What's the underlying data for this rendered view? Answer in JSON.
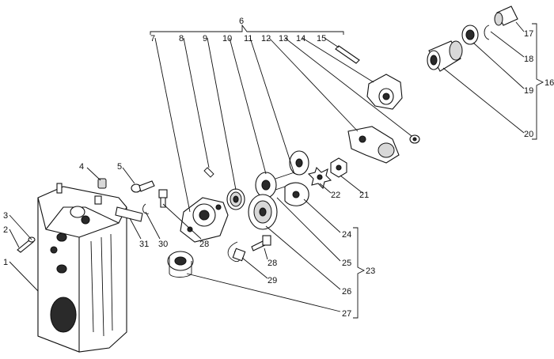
{
  "callouts": [
    {
      "id": "c1",
      "text": "1"
    },
    {
      "id": "c2",
      "text": "2"
    },
    {
      "id": "c3",
      "text": "3"
    },
    {
      "id": "c4",
      "text": "4"
    },
    {
      "id": "c5",
      "text": "5"
    },
    {
      "id": "c6",
      "text": "6"
    },
    {
      "id": "c7",
      "text": "7"
    },
    {
      "id": "c8",
      "text": "8"
    },
    {
      "id": "c9",
      "text": "9"
    },
    {
      "id": "c10",
      "text": "10"
    },
    {
      "id": "c11",
      "text": "11"
    },
    {
      "id": "c12",
      "text": "12"
    },
    {
      "id": "c13",
      "text": "13"
    },
    {
      "id": "c14",
      "text": "14"
    },
    {
      "id": "c15",
      "text": "15"
    },
    {
      "id": "c16",
      "text": "16"
    },
    {
      "id": "c17",
      "text": "17"
    },
    {
      "id": "c18",
      "text": "18"
    },
    {
      "id": "c19",
      "text": "19"
    },
    {
      "id": "c20",
      "text": "20"
    },
    {
      "id": "c21",
      "text": "21"
    },
    {
      "id": "c22",
      "text": "22"
    },
    {
      "id": "c23",
      "text": "23"
    },
    {
      "id": "c24",
      "text": "24"
    },
    {
      "id": "c25",
      "text": "25"
    },
    {
      "id": "c26",
      "text": "26"
    },
    {
      "id": "c27",
      "text": "27"
    },
    {
      "id": "c28a",
      "text": "28"
    },
    {
      "id": "c28b",
      "text": "28"
    },
    {
      "id": "c29",
      "text": "29"
    },
    {
      "id": "c30",
      "text": "30"
    },
    {
      "id": "c31",
      "text": "31"
    }
  ]
}
